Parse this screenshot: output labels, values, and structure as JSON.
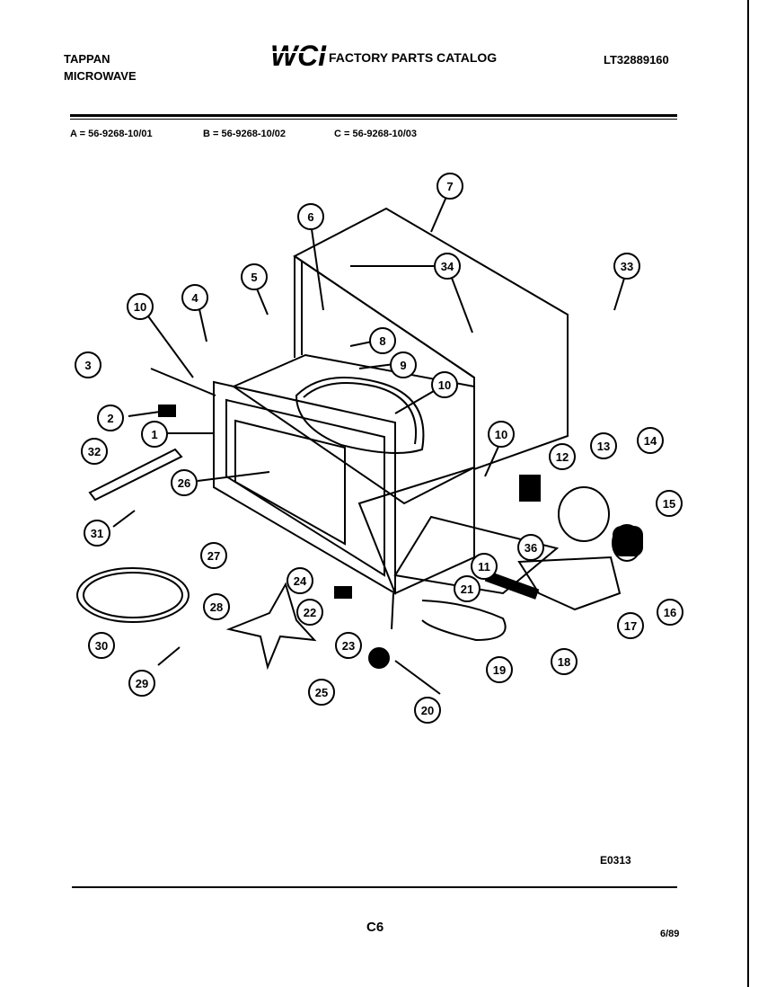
{
  "header": {
    "brand": "TAPPAN",
    "product": "MICROWAVE",
    "logo_text": "WCI",
    "catalog_title": "FACTORY PARTS CATALOG",
    "model_number": "LT32889160"
  },
  "variants": [
    "A = 56-9268-10/01",
    "B = 56-9268-10/02",
    "C = 56-9268-10/03"
  ],
  "callouts": [
    "7",
    "6",
    "34",
    "33",
    "5",
    "4",
    "10",
    "8",
    "9",
    "3",
    "10",
    "2",
    "1",
    "10",
    "12",
    "13",
    "14",
    "32",
    "26",
    "15",
    "31",
    "27",
    "36",
    "11",
    "24",
    "21",
    "17",
    "16",
    "28",
    "22",
    "23",
    "30",
    "18",
    "19",
    "29",
    "25",
    "20"
  ],
  "footer": {
    "drawing_code": "E0313",
    "page": "C6",
    "date": "6/89"
  }
}
